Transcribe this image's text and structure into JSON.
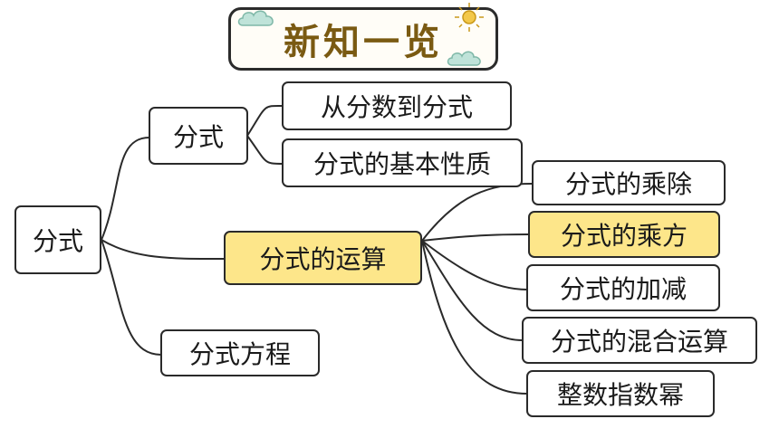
{
  "header": {
    "title": "新知一览"
  },
  "mindmap": {
    "root": "分式",
    "level1": [
      "分式",
      "分式的运算",
      "分式方程"
    ],
    "branch_first": [
      "从分数到分式",
      "分式的基本性质"
    ],
    "branch_operations": [
      "分式的乘除",
      "分式的乘方",
      "分式的加减",
      "分式的混合运算",
      "整数指数幂"
    ]
  },
  "colors": {
    "highlight": "#fde68a",
    "title_text": "#7a5a12",
    "border": "#2a2a2a",
    "cloud": "#bfe3d9",
    "sun": "#f3c84a"
  },
  "icons": [
    "cloud-icon",
    "sun-icon"
  ]
}
